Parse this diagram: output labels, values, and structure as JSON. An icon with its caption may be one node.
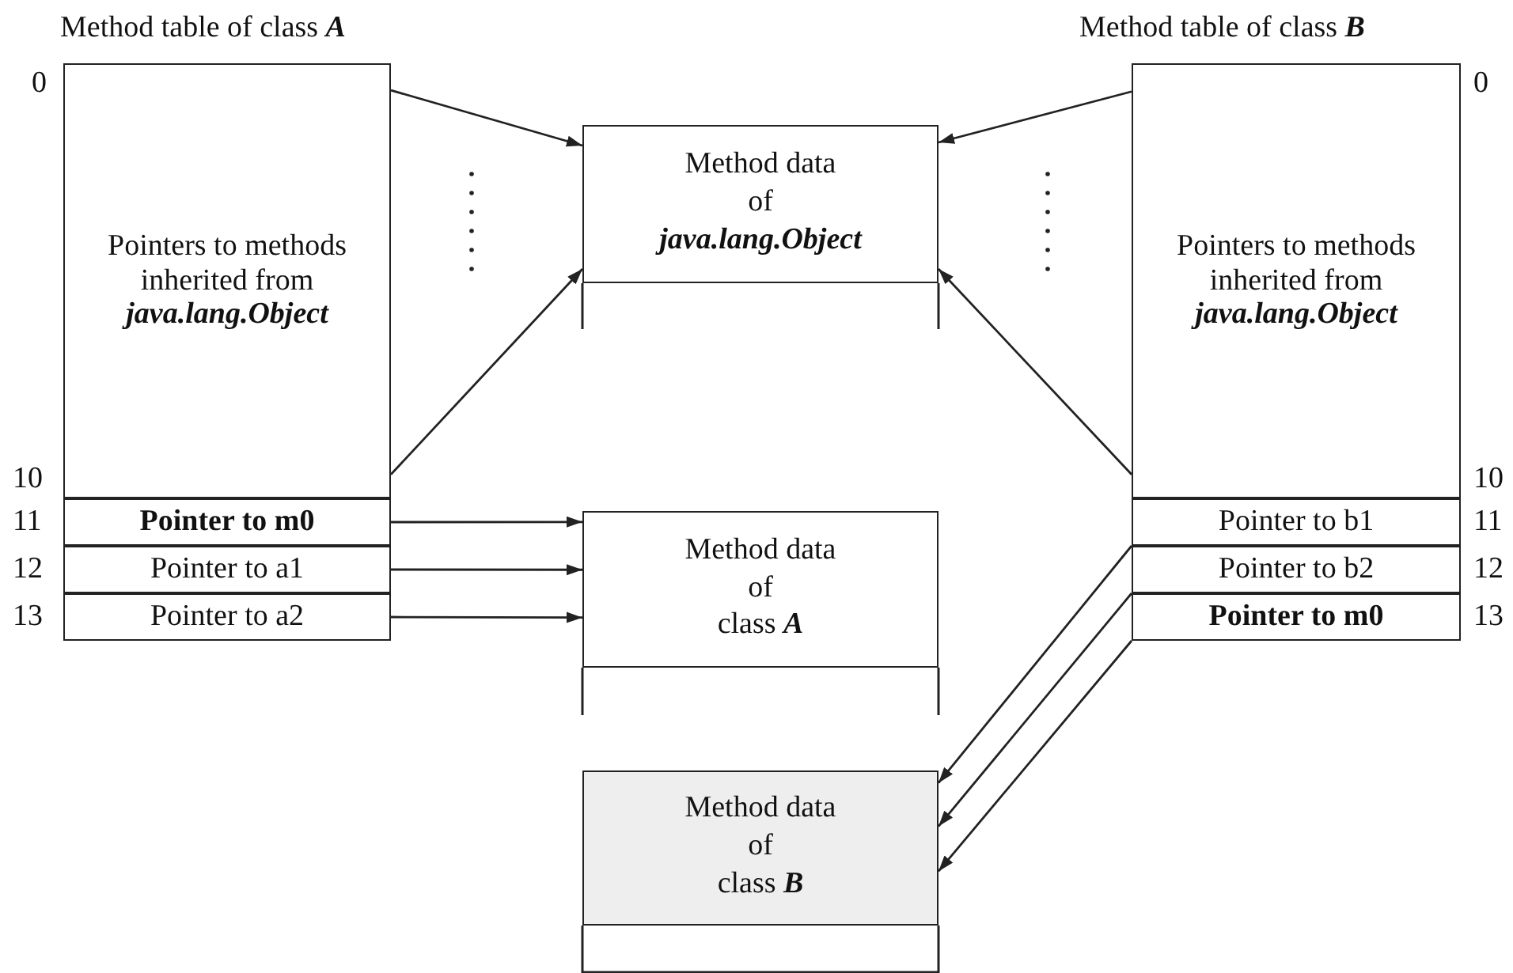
{
  "diagram": {
    "nodes": [
      {
        "text": [
          "Pointers to methods inherited from **java.lang.Object**"
        ]
      },
      {
        "text": [
          "Pointer to m0"
        ]
      },
      {
        "text": [
          "Pointer to a1"
        ]
      },
      {
        "text": [
          "Pointer to a2"
        ]
      },
      {
        "text": [
          "Method data",
          "of",
          "**java.lang.Object**"
        ]
      },
      {
        "text": [
          "Method data",
          "of",
          "class **A**"
        ]
      },
      {
        "text": [
          "Method data",
          "of",
          "class **B**"
        ]
      },
      {
        "text": [
          "Pointers to methods inherited from **java.lang.Object**"
        ]
      },
      {
        "text": [
          "Pointer to b1"
        ]
      },
      {
        "text": [
          "Pointer to b2"
        ]
      },
      {
        "text": [
          "Pointer to m0"
        ]
      }
    ],
    "edges": [
      {
        "from": 0,
        "to": 4,
        "arrow": "to"
      },
      {
        "from": 0,
        "to": 4,
        "arrow": "to"
      },
      {
        "from": 7,
        "to": 4,
        "arrow": "to"
      },
      {
        "from": 7,
        "to": 4,
        "arrow": "to"
      },
      {
        "from": 1,
        "to": 5,
        "arrow": "to"
      },
      {
        "from": 2,
        "to": 5,
        "arrow": "to"
      },
      {
        "from": 3,
        "to": 5,
        "arrow": "to"
      },
      {
        "from": 8,
        "to": 6,
        "arrow": "to"
      },
      {
        "from": 9,
        "to": 6,
        "arrow": "to"
      },
      {
        "from": 10,
        "to": 6,
        "arrow": "to"
      }
    ],
    "labels": [
      "Method table of class **A**",
      "Method table of class **B**",
      "0",
      "0",
      "10",
      "10",
      "11",
      "11",
      "12",
      "12",
      "13",
      "13"
    ]
  }
}
